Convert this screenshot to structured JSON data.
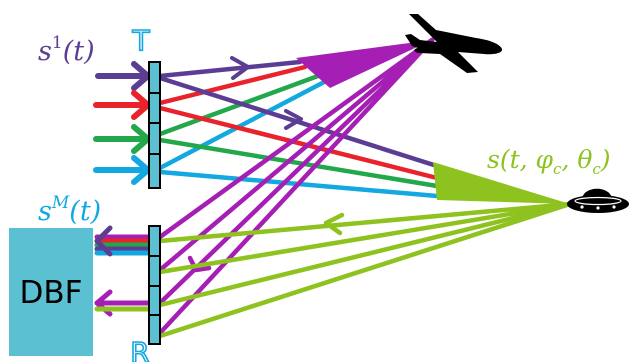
{
  "labels": {
    "signal_first": "s",
    "signal_first_sup": "1",
    "signal_first_arg": "(t)",
    "signal_last": "s",
    "signal_last_sup": "M",
    "signal_last_arg": "(t)",
    "target_signal": "s(t, φ",
    "target_sub_c1": "c",
    "target_mid": ", θ",
    "target_sub_c2": "c",
    "target_end": ")",
    "transmit": "T",
    "receive": "R",
    "dbf": "DBF"
  },
  "icons": {
    "aircraft": "airplane-icon",
    "target": "ufo-icon"
  },
  "colors": {
    "purple": "#5b3e93",
    "red": "#e8232b",
    "green": "#22a84a",
    "blue": "#13a8e0",
    "magenta": "#a51fb4",
    "yellow_green": "#8dc21f",
    "array": "#5bc0d1",
    "dbf_box": "#5bc0d1"
  }
}
